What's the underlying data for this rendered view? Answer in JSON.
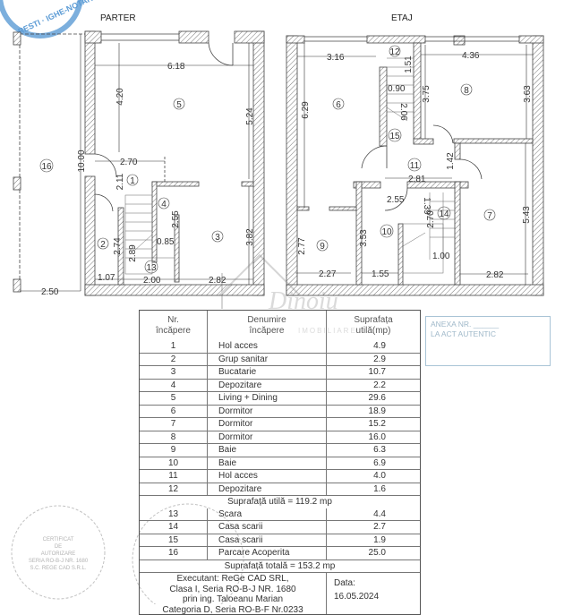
{
  "plans": {
    "ground_floor": {
      "title": "PARTER",
      "rooms": [
        "5",
        "16",
        "1",
        "4",
        "2",
        "3",
        "13"
      ],
      "dimensions": {
        "width_top": "6.18",
        "living_height": "4.20",
        "right_upper": "5.24",
        "total_length": "10.00",
        "hall_width": "2.70",
        "hall_height": "2.11",
        "storage_height": "2.55",
        "storage_width": "0.85",
        "stair_height": "2.89",
        "wc_height": "2.74",
        "wc_width": "1.07",
        "stair_width": "2.00",
        "kitchen_width": "2.82",
        "kitchen_height": "3.82",
        "parking_width": "2.50"
      }
    },
    "upper_floor": {
      "title": "ETAJ",
      "rooms": [
        "12",
        "6",
        "8",
        "15",
        "11",
        "14",
        "7",
        "10",
        "9"
      ],
      "dimensions": {
        "bed6_width": "3.16",
        "bed8_width": "4.36",
        "storage_height": "1.51",
        "stair_width": "0.90",
        "stair_height": "2.06",
        "bed8_left": "3.75",
        "bed8_right": "3.63",
        "bed6_height": "6.29",
        "hall_height": "1.42",
        "hall_width": "2.81",
        "bath10_width_top": "2.55",
        "stair14_top": "1.39",
        "stair14_height": "2.70",
        "bath10_height": "3.53",
        "bath9_height": "2.77",
        "stair14_width": "1.00",
        "bath9_width": "2.27",
        "bath10_width": "1.55",
        "bed7_width": "2.82",
        "bed7_height": "5.43"
      }
    }
  },
  "table": {
    "headers": {
      "nr": [
        "Nr.",
        "încăpere"
      ],
      "name": [
        "Denumire",
        "încăpere"
      ],
      "area": [
        "Suprafața",
        "utilă(mp)"
      ]
    },
    "rows_main": [
      {
        "nr": "1",
        "name": "Hol acces",
        "area": "4.9"
      },
      {
        "nr": "2",
        "name": "Grup sanitar",
        "area": "2.9"
      },
      {
        "nr": "3",
        "name": "Bucatarie",
        "area": "10.7"
      },
      {
        "nr": "4",
        "name": "Depozitare",
        "area": "2.2"
      },
      {
        "nr": "5",
        "name": "Living + Dining",
        "area": "29.6"
      },
      {
        "nr": "6",
        "name": "Dormitor",
        "area": "18.9"
      },
      {
        "nr": "7",
        "name": "Dormitor",
        "area": "15.2"
      },
      {
        "nr": "8",
        "name": "Dormitor",
        "area": "16.0"
      },
      {
        "nr": "9",
        "name": "Baie",
        "area": "6.3"
      },
      {
        "nr": "10",
        "name": "Baie",
        "area": "6.9"
      },
      {
        "nr": "11",
        "name": "Hol acces",
        "area": "4.0"
      },
      {
        "nr": "12",
        "name": "Depozitare",
        "area": "1.6"
      }
    ],
    "subtotal": "Suprafață utilă = 119.2 mp",
    "rows_extra": [
      {
        "nr": "13",
        "name": "Scara",
        "area": "4.4"
      },
      {
        "nr": "14",
        "name": "Casa scarii",
        "area": "2.7"
      },
      {
        "nr": "15",
        "name": "Casa scarii",
        "area": "1.9"
      },
      {
        "nr": "16",
        "name": "Parcare Acoperita",
        "area": "25.0"
      }
    ],
    "total": "Suprafață totală = 153.2 mp",
    "executant": [
      "Executant: ReGe CAD SRL,",
      "Clasa I, Seria RO-B-J NR. 1680",
      "prin ing. Taloeanu Marian",
      "Categoria D, Seria RO-B-F Nr.0233"
    ],
    "date_label": "Data:",
    "date": "16.05.2024"
  },
  "stamps": {
    "notary_stamp": "RESTI · IGHE-NOTAR P",
    "annex_box": [
      "ANEXA NR. ______",
      "LA ACT AUTENTIC"
    ],
    "authorization_stamp": [
      "CERTIFICAT",
      "DE",
      "AUTORIZARE",
      "SERIA RO-B-J NR. 1680",
      "S.C. REGE CAD S.R.L."
    ],
    "watermark": [
      "Dinoiu",
      "IMOBILIARE"
    ]
  },
  "colors": {
    "notary_stamp": "#5b9bd5",
    "walls_hatch": "#555555",
    "annex_box": "#a9c4d6"
  }
}
